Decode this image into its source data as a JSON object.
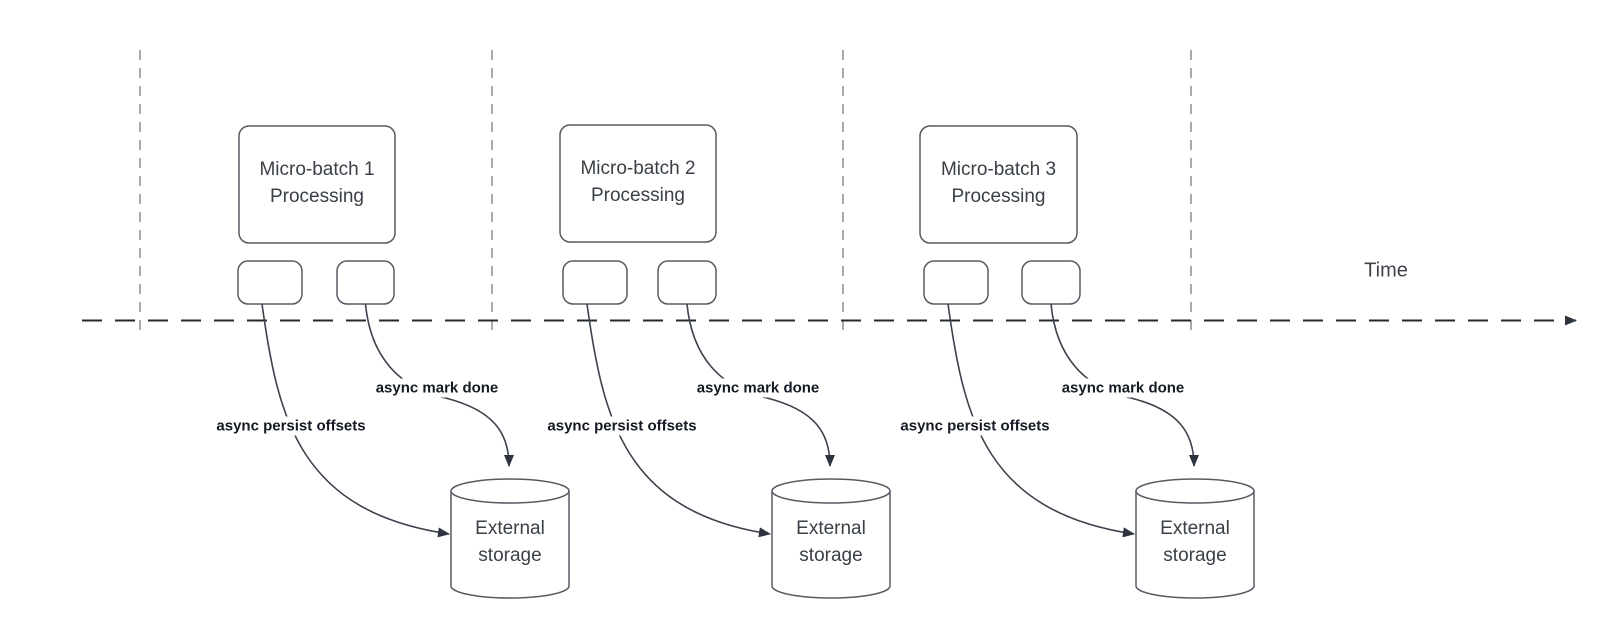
{
  "diagram": {
    "timeline_label": "Time",
    "groups": [
      {
        "title_line1": "Micro-batch 1",
        "title_line2": "Processing",
        "persist_label": "async persist offsets",
        "mark_done_label": "async mark done",
        "storage_line1": "External",
        "storage_line2": "storage"
      },
      {
        "title_line1": "Micro-batch 2",
        "title_line2": "Processing",
        "persist_label": "async persist offsets",
        "mark_done_label": "async mark done",
        "storage_line1": "External",
        "storage_line2": "storage"
      },
      {
        "title_line1": "Micro-batch 3",
        "title_line2": "Processing",
        "persist_label": "async persist offsets",
        "mark_done_label": "async mark done",
        "storage_line1": "External",
        "storage_line2": "storage"
      }
    ]
  },
  "colors": {
    "background": "#ffffff",
    "shape_stroke": "#565b63",
    "curve_stroke": "#3c434d",
    "timeline_stroke": "#24282f",
    "gridline_stroke": "#a8aaad",
    "arrowhead_fill": "#2e343d",
    "box_text": "#3a4047",
    "edge_label_text": "#141924",
    "time_text": "#3f444b"
  }
}
